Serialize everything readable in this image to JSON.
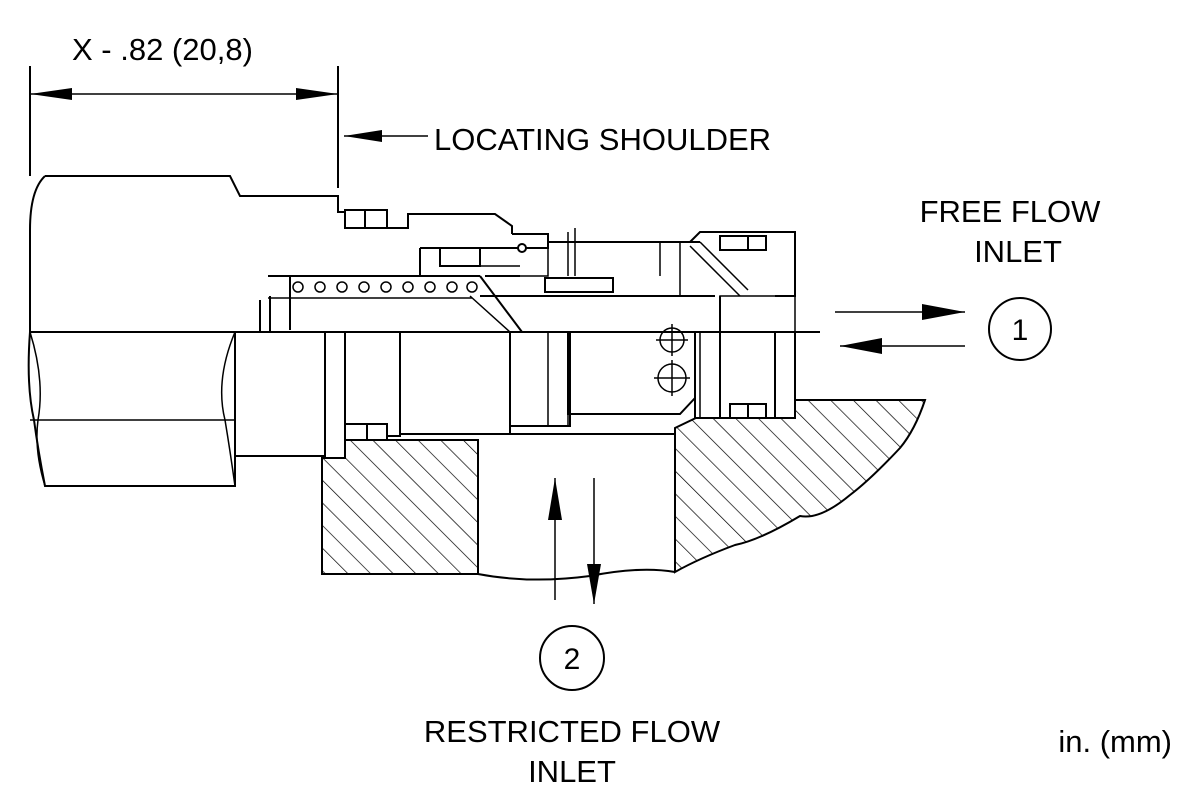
{
  "labels": {
    "dimension": "X - .82 (20,8)",
    "locating_shoulder": "LOCATING SHOULDER",
    "free_flow_line1": "FREE FLOW",
    "free_flow_line2": "INLET",
    "port1": "1",
    "port2": "2",
    "restricted_line1": "RESTRICTED FLOW",
    "restricted_line2": "INLET",
    "units": "in. (mm)"
  }
}
